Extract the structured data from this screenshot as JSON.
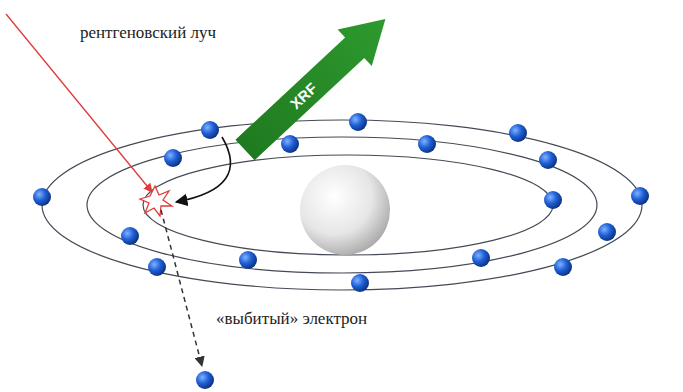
{
  "diagram": {
    "labels": [
      "рентгеновский луч",
      "XRF",
      "«выбитый» электрон"
    ]
  }
}
